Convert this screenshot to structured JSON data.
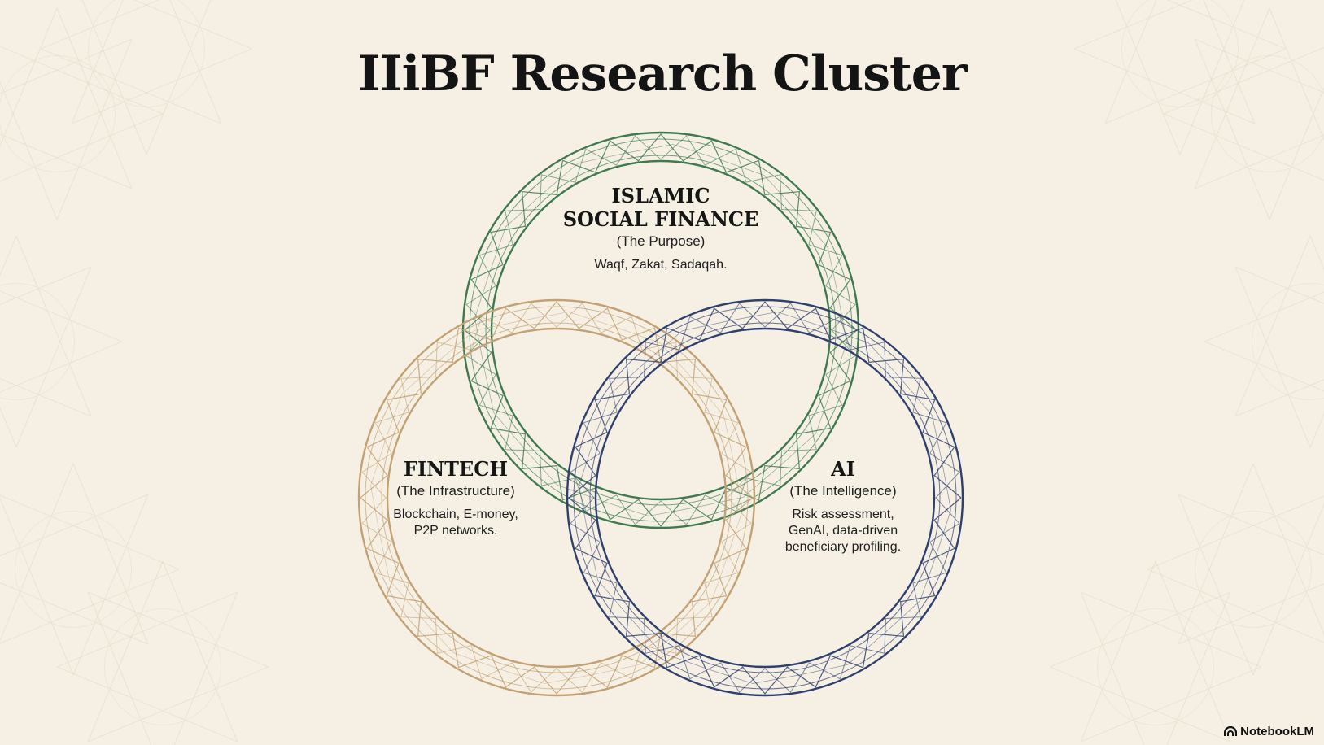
{
  "title": "IIiBF Research Cluster",
  "circles": [
    {
      "id": "islamic-social-finance",
      "heading_lines": [
        "ISLAMIC",
        "SOCIAL FINANCE"
      ],
      "subtitle": "(The Purpose)",
      "description_lines": [
        "Waqf, Zakat, Sadaqah."
      ],
      "color": "#3f7a4f"
    },
    {
      "id": "fintech",
      "heading_lines": [
        "FINTECH"
      ],
      "subtitle": "(The Infrastructure)",
      "description_lines": [
        "Blockchain, E-money,",
        "P2P networks."
      ],
      "color": "#c2a274"
    },
    {
      "id": "ai",
      "heading_lines": [
        "AI"
      ],
      "subtitle": "(The Intelligence)",
      "description_lines": [
        "Risk assessment,",
        "GenAI, data-driven",
        "beneficiary profiling."
      ],
      "color": "#2f3f6e"
    }
  ],
  "background_color": "#f6f0e4",
  "brand": {
    "name": "NotebookLM",
    "icon": "notebooklm-logo-icon"
  }
}
